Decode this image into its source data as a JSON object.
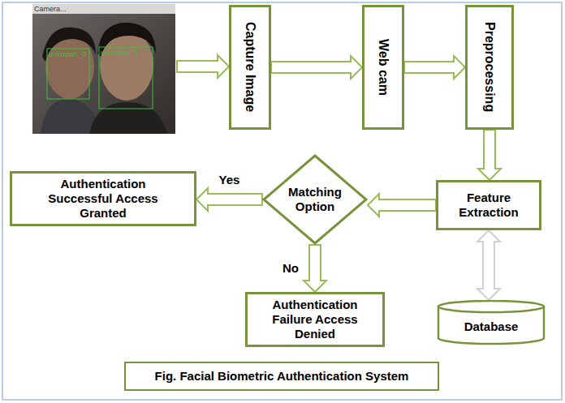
{
  "diagram": {
    "caption": "Fig. Facial Biometric Authentication System",
    "nodes": [
      {
        "text": [
          "Capture Image"
        ]
      },
      {
        "text": [
          "Web cam"
        ]
      },
      {
        "text": [
          "Preprocessing"
        ]
      },
      {
        "text": [
          "Feature Extraction"
        ]
      },
      {
        "text": [
          "Matching Option"
        ]
      },
      {
        "text": [
          "Authentication Successful Access Granted"
        ]
      },
      {
        "text": [
          "Authentication Failure Access Denied"
        ]
      },
      {
        "text": [
          "Database"
        ]
      }
    ],
    "edges": [
      {
        "from": 0,
        "to": 1,
        "arrow": "to"
      },
      {
        "from": 1,
        "to": 2,
        "arrow": "to"
      },
      {
        "from": 2,
        "to": 3,
        "arrow": "to"
      },
      {
        "from": 3,
        "to": 4,
        "arrow": "to"
      },
      {
        "from": 4,
        "to": 5,
        "label": "Yes",
        "arrow": "to"
      },
      {
        "from": 4,
        "to": 6,
        "label": "No",
        "arrow": "to"
      },
      {
        "from": 3,
        "to": 7,
        "arrow": "both"
      }
    ],
    "labels": [
      "Camera...",
      "unknown_0",
      "unknown_0"
    ]
  }
}
